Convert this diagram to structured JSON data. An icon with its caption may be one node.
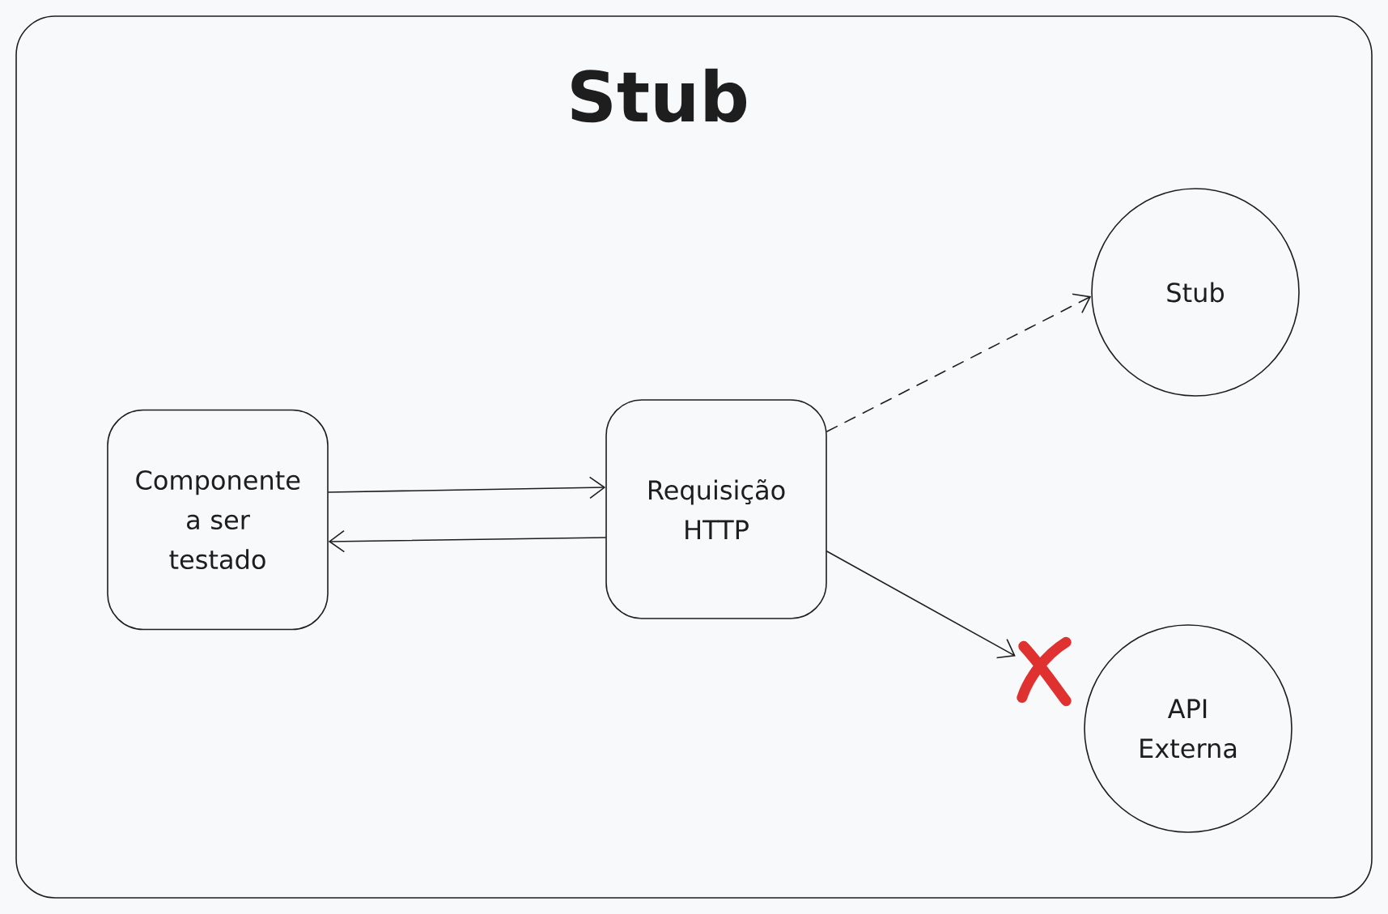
{
  "diagram": {
    "nodes": [
      {
        "text": [
          "Stub"
        ]
      },
      {
        "text": [
          "Componente a ser testado"
        ],
        "in": 0
      },
      {
        "text": [
          "Requisição HTTP"
        ],
        "in": 0
      },
      {
        "text": [
          "Stub"
        ],
        "in": 0
      },
      {
        "text": [
          "API Externa"
        ],
        "in": 0
      },
      {
        "text": [],
        "shape": "cross",
        "in": 0
      }
    ],
    "edges": [
      {
        "from": 1,
        "to": 2,
        "arrow": "to"
      },
      {
        "from": 2,
        "to": 1,
        "arrow": "to"
      },
      {
        "from": 2,
        "to": 3,
        "arrow": "to",
        "style": "dashed"
      },
      {
        "from": 2,
        "to": 5,
        "arrow": "to"
      }
    ]
  }
}
